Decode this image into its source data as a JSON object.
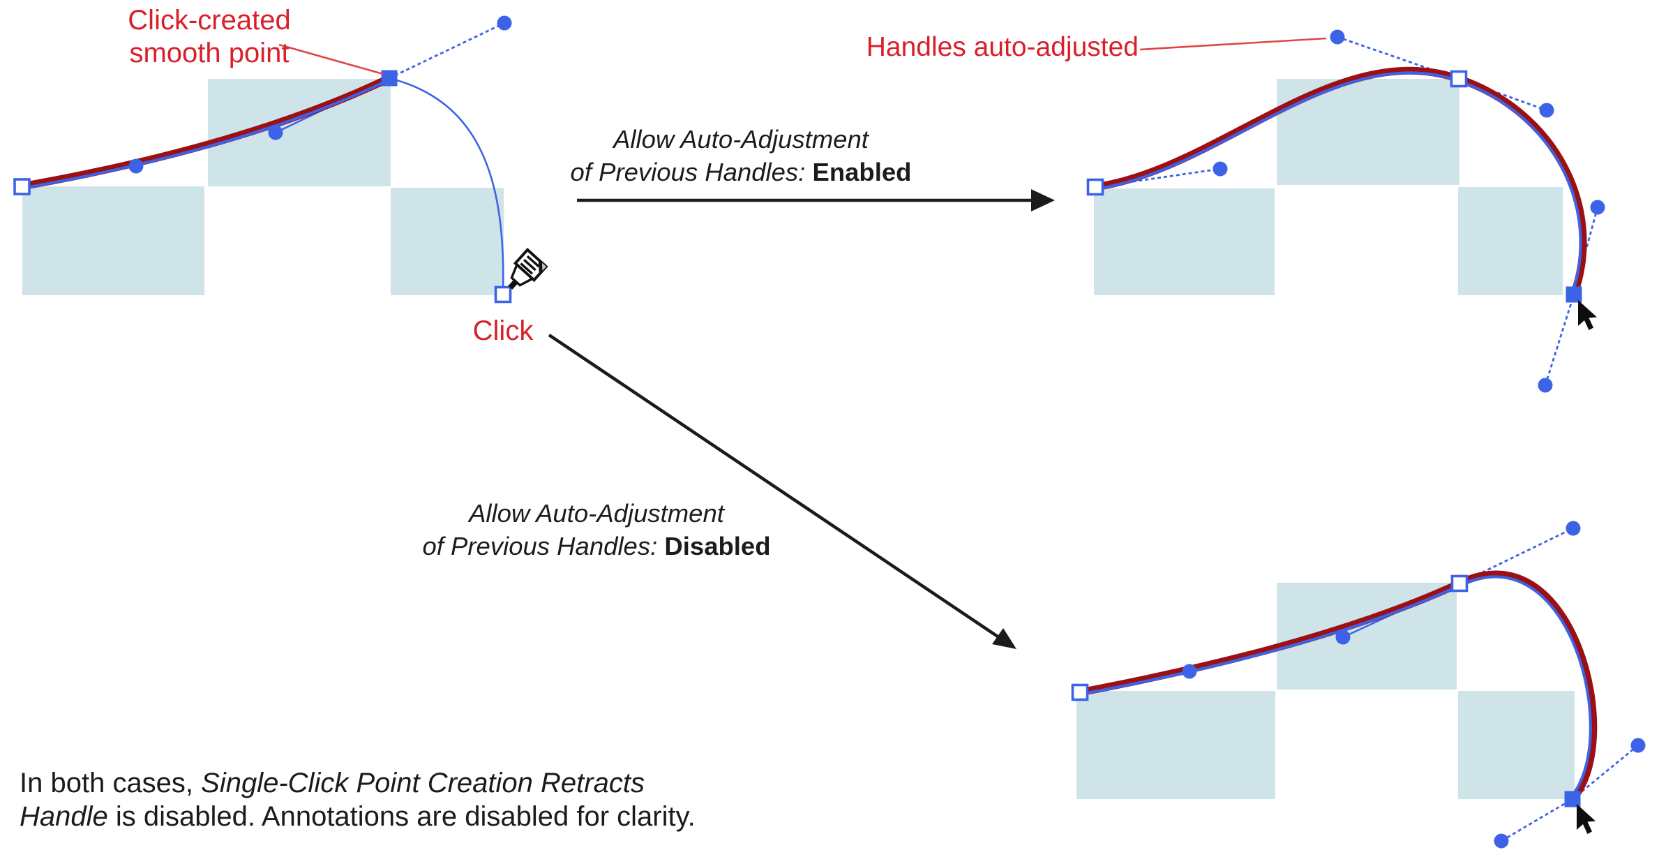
{
  "figure": {
    "name": "pen-tool-auto-adjust-handles-comparison",
    "description": "Before/after illustration of the Allow Auto-Adjustment of Previous Handles setting while click-creating points with the pen tool"
  },
  "colors": {
    "background": "#ffffff",
    "checkerboard_square": "#cfe4e9",
    "drawn_path_red": "#9c0f13",
    "selection_blue": "#3c63e7",
    "annotation_red_text": "#d9202a",
    "leader_line_red": "#e04545",
    "arrow_black": "#1b1b1b"
  },
  "annotations": {
    "click_created": {
      "line1": "Click-created",
      "line2": "smooth point"
    },
    "click": "Click",
    "handles_auto_adjusted": "Handles auto-adjusted",
    "enabled": {
      "line1": "Allow Auto-Adjustment",
      "line2_italic": "of Previous Handles: ",
      "line2_bold": "Enabled"
    },
    "disabled": {
      "line1": "Allow Auto-Adjustment",
      "line2_italic": "of Previous Handles: ",
      "line2_bold": "Disabled"
    },
    "caption": {
      "part1": "In both cases, ",
      "part2_italic": "Single-Click Point Creation Retracts",
      "part3_italic": "Handle",
      "part4": " is disabled. Annotations are disabled for clarity."
    }
  },
  "panels": [
    {
      "id": "panel-before",
      "role": "starting state: curve drawn up to a click-created smooth point, pen tool about to click the next point",
      "cursor_icon": "pen-tool-cursor-icon",
      "markers": [
        "open-square-start-node",
        "blue-handle-dots",
        "filled-square-smooth-point",
        "open-square-click-target"
      ]
    },
    {
      "id": "panel-enabled-result",
      "role": "result with auto-adjustment enabled: previous handles re-balanced, curve bulges smoothly",
      "cursor_icon": "arrow-pointer-icon",
      "markers": [
        "open-square-start-node",
        "blue-handle-dots",
        "open-square-smooth-point",
        "filled-square-selected-node"
      ]
    },
    {
      "id": "panel-disabled-result",
      "role": "result with auto-adjustment disabled: previous handles unchanged, curve hooks sharply",
      "cursor_icon": "arrow-pointer-icon",
      "markers": [
        "open-square-start-node",
        "blue-handle-dots",
        "open-square-smooth-point",
        "filled-square-selected-node"
      ]
    }
  ]
}
